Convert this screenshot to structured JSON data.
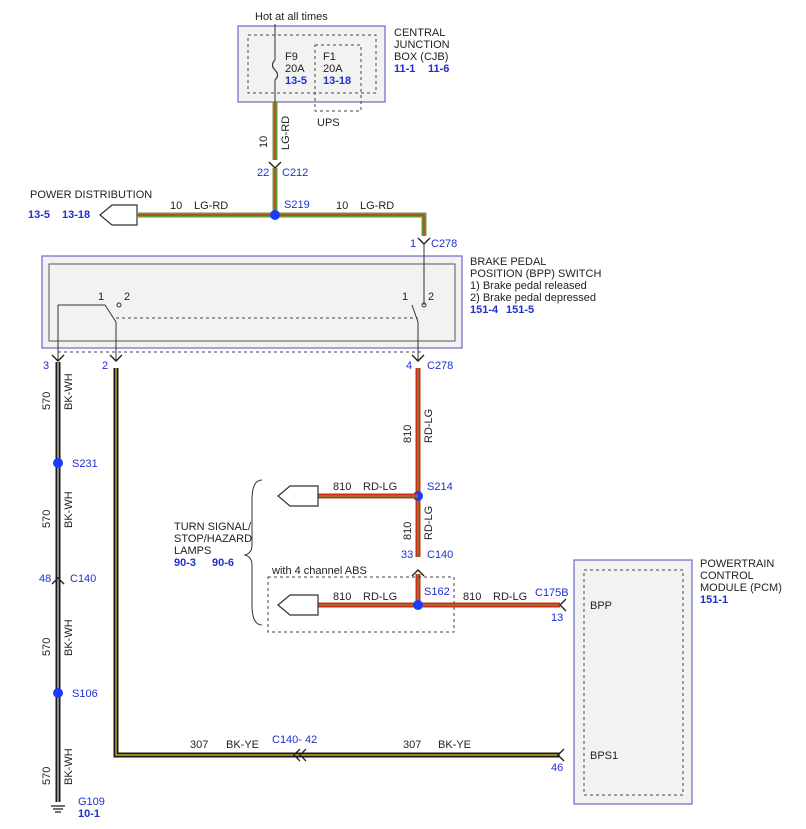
{
  "labels": {
    "hot_at_all_times": "Hot at all times",
    "cjb_title_1": "CENTRAL",
    "cjb_title_2": "JUNCTION",
    "cjb_title_3": "BOX (CJB)",
    "cjb_ref_1": "11-1",
    "cjb_ref_2": "11-6",
    "f9_name": "F9",
    "f9_amp": "20A",
    "f9_ref": "13-5",
    "f1_name": "F1",
    "f1_amp": "20A",
    "f1_ref": "13-18",
    "ups": "UPS",
    "power_dist": "POWER DISTRIBUTION",
    "pd_ref_1": "13-5",
    "pd_ref_2": "13-18",
    "bpp_title_1": "BRAKE PEDAL",
    "bpp_title_2": "POSITION (BPP) SWITCH",
    "bpp_note_1": "1) Brake pedal released",
    "bpp_note_2": "2) Brake pedal depressed",
    "bpp_ref_1": "151-4",
    "bpp_ref_2": "151-5",
    "turn_title_1": "TURN SIGNAL/",
    "turn_title_2": "STOP/HAZARD",
    "turn_title_3": "LAMPS",
    "turn_ref_1": "90-3",
    "turn_ref_2": "90-6",
    "abs_note": "with 4 channel ABS",
    "pcm_title_1": "POWERTRAIN",
    "pcm_title_2": "CONTROL",
    "pcm_title_3": "MODULE (PCM)",
    "pcm_ref": "151-1",
    "pin_bpp": "BPP",
    "pin_bps1": "BPS1",
    "sw_pos_1": "1",
    "sw_pos_2": "2",
    "g109": "G109",
    "g109_ref": "10-1"
  },
  "wires": {
    "w10": "10",
    "lg_rd": "LG-RD",
    "w810": "810",
    "rd_lg": "RD-LG",
    "w570": "570",
    "bk_wh": "BK-WH",
    "w307": "307",
    "bk_ye": "BK-YE"
  },
  "connectors": {
    "c212_pin": "22",
    "c212": "C212",
    "s219": "S219",
    "c278_pin1": "1",
    "c278_a": "C278",
    "c278_pin3": "3",
    "c278_pin2": "2",
    "c278_pin4": "4",
    "c278_b": "C278",
    "s231": "S231",
    "s214": "S214",
    "c140_pin33": "33",
    "c140_a": "C140",
    "c140_pin48": "48",
    "c140_b": "C140",
    "s162": "S162",
    "c175b": "C175B",
    "c175b_pin13": "13",
    "s106": "S106",
    "c140_42": "C140- 42",
    "pcm_pin46": "46"
  },
  "colors": {
    "lg_rd": "#6a9a3a",
    "rd_lg": "#d42a1a",
    "bk_wh": "#1a1a1a",
    "bk_ye": "#c8a81e",
    "splice": "#1a3cff",
    "ref_blue": "#1f2fd0"
  }
}
